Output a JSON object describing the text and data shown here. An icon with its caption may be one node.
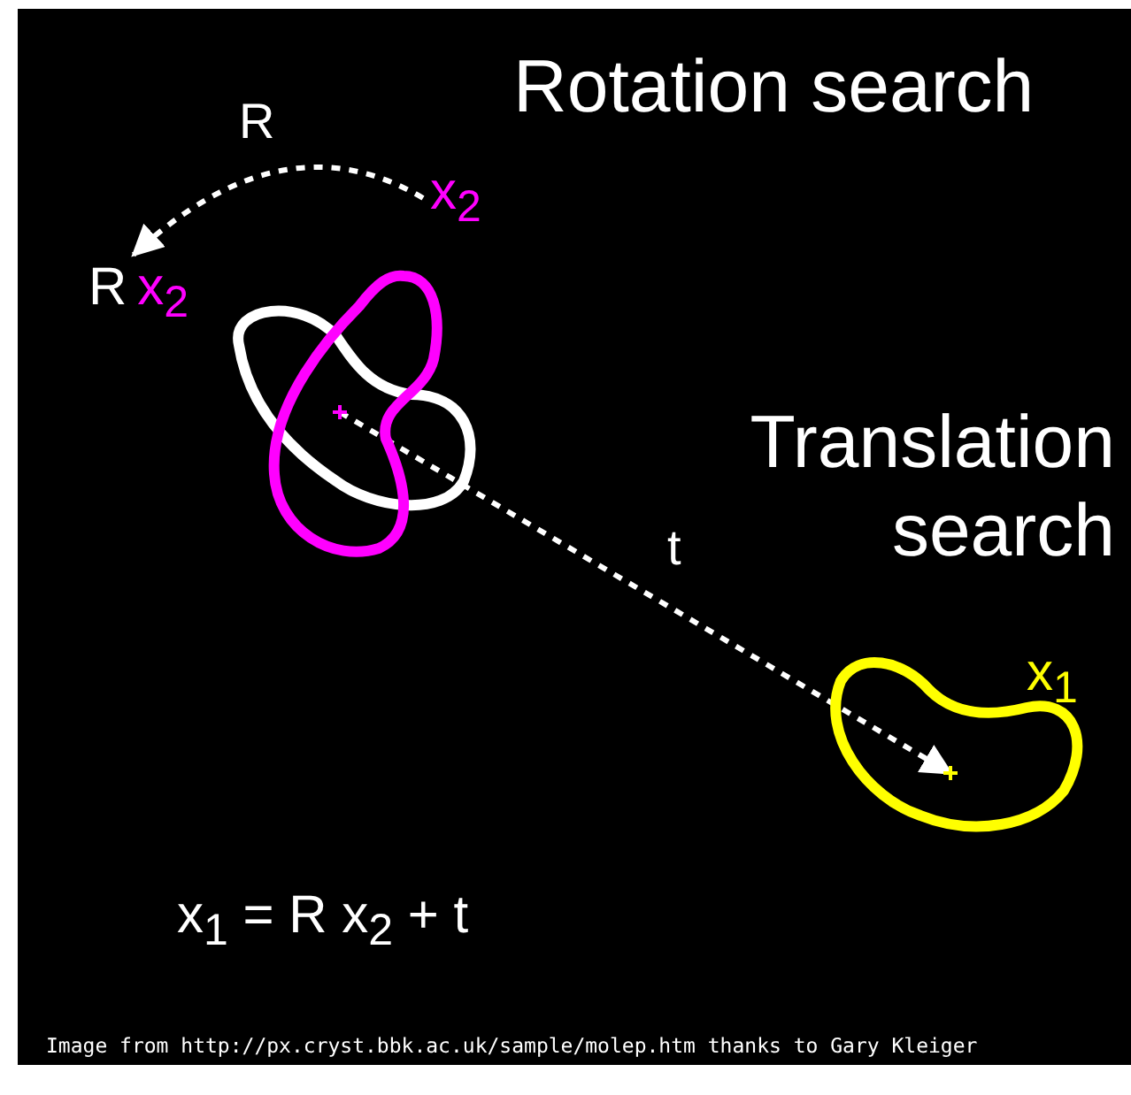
{
  "diagram": {
    "nodes": [
      {
        "text": [
          "x$_{2}$"
        ]
      },
      {
        "text": [
          "R",
          "x$_{2}$"
        ]
      },
      {
        "text": [],
        "shape": "picture"
      },
      {
        "text": [],
        "shape": "picture",
        "beside": [
          "x$_{1}$"
        ]
      }
    ],
    "edges": [
      {
        "from": 0,
        "to": 1,
        "arrow": "to",
        "label": "R",
        "style": "dashed"
      },
      {
        "from": 2,
        "to": 3,
        "arrow": "to",
        "label": "t",
        "style": "dashed"
      }
    ],
    "labels": [
      "Rotation search",
      "Translation search",
      "x$_{1}$ = R x$_{2}$ + t",
      "Image from http://px.cryst.bbk.ac.uk/sample/molep.htm thanks to Gary Kleiger"
    ]
  }
}
